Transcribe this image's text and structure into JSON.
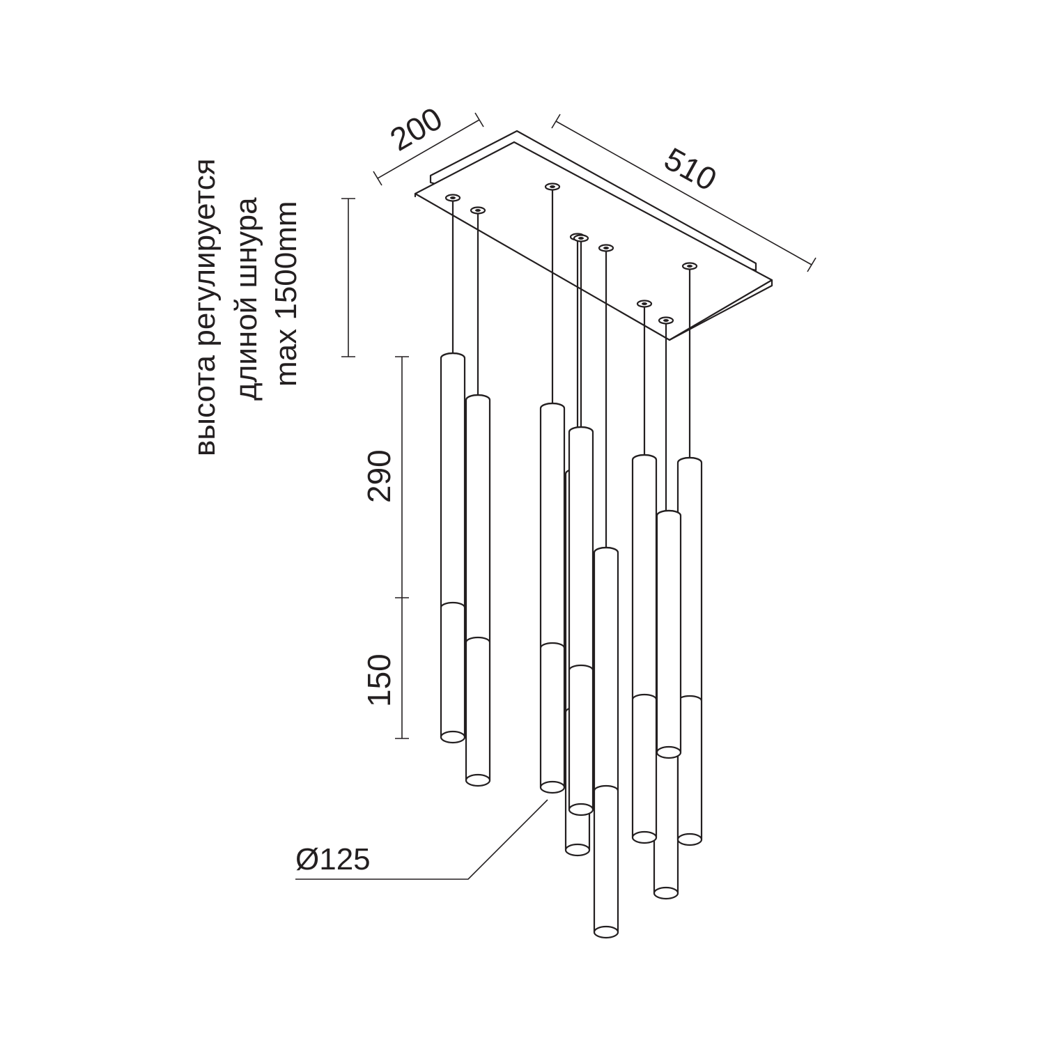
{
  "labels": {
    "width": "200",
    "length": "510",
    "height_upper": "290",
    "height_lower": "150",
    "diameter": "Ø125"
  },
  "note": {
    "line1": "высота регулируется",
    "line2": "длиной шнура",
    "line3": "max 1500mm"
  },
  "colors": {
    "line": "#231f20",
    "background": "#ffffff"
  }
}
